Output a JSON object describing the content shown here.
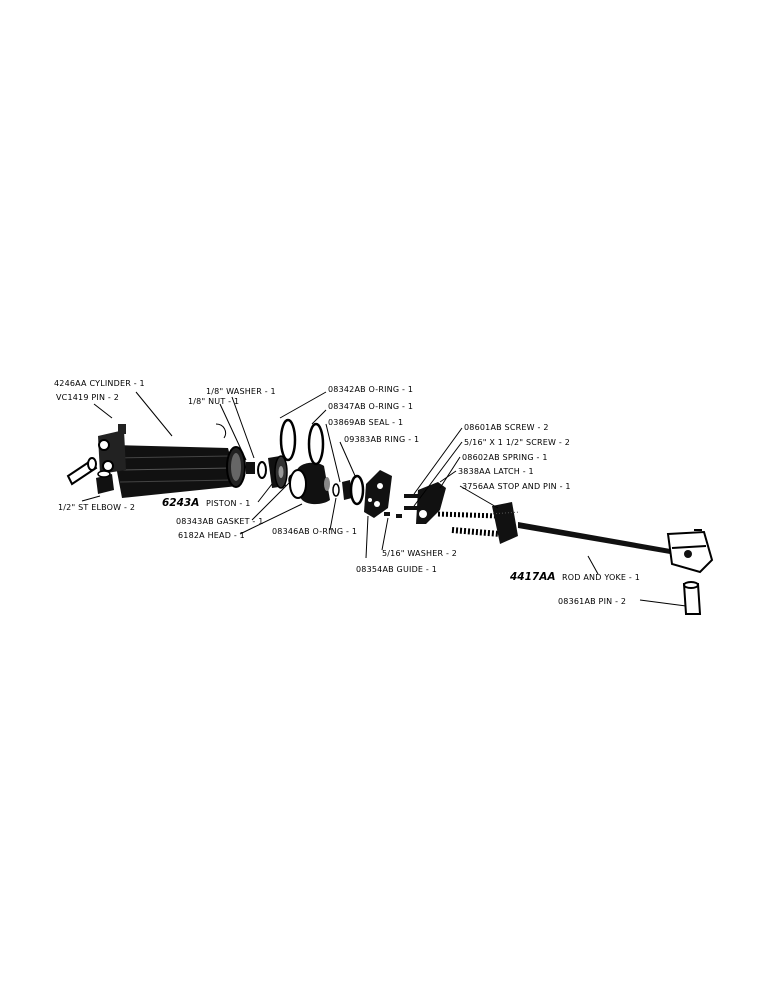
{
  "parts": {
    "cylinder": "4246AA CYLINDER - 1",
    "pin_vc": "VC1419 PIN - 2",
    "washer": "1/8\" WASHER - 1",
    "nut": "1/8\" NUT - 1",
    "elbow": "1/2\" ST ELBOW - 2",
    "piston_num": "6243A",
    "piston_name": "PISTON - 1",
    "gasket": "08343AB GASKET - 1",
    "head": "6182A HEAD - 1",
    "oring_342": "08342AB O-RING - 1",
    "oring_347": "08347AB O-RING - 1",
    "seal": "03869AB SEAL - 1",
    "ring": "09383AB RING - 1",
    "oring_346": "08346AB O-RING - 1",
    "guide": "08354AB GUIDE - 1",
    "washer2": "5/16\" WASHER - 2",
    "screw_601": "08601AB SCREW - 2",
    "screw_516": "5/16\" X 1 1/2\" SCREW - 2",
    "spring": "08602AB SPRING - 1",
    "latch": "3838AA LATCH - 1",
    "stop": "3756AA STOP AND PIN - 1",
    "rod_num": "4417AA",
    "rod_name": "ROD AND YOKE - 1",
    "pin_361": "08361AB PIN - 2"
  }
}
